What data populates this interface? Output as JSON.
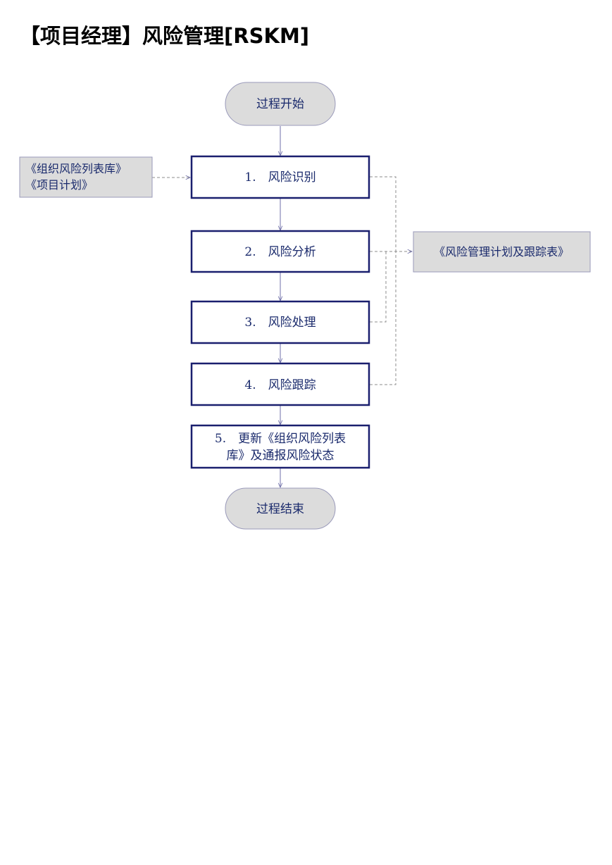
{
  "title": "【项目经理】风险管理[RSKM]",
  "colors": {
    "node_border": "#1a1f6e",
    "text": "#1a2a6c",
    "terminal_fill": "#dcdcdc",
    "doc_fill": "#dcdcdc",
    "connector": "#6f6fa8",
    "dashed": "#8c8c8c"
  },
  "flow": {
    "start": "过程开始",
    "end": "过程结束",
    "steps": [
      {
        "lines": [
          "1.　风险识别"
        ]
      },
      {
        "lines": [
          "2.　风险分析"
        ]
      },
      {
        "lines": [
          "3.　风险处理"
        ]
      },
      {
        "lines": [
          "4.　风险跟踪"
        ]
      },
      {
        "lines": [
          "5.　更新《组织风险列表",
          "库》及通报风险状态"
        ]
      }
    ]
  },
  "inputs": {
    "lines": [
      "《组织风险列表库》",
      "《项目计划》"
    ]
  },
  "outputs": {
    "lines": [
      "《风险管理计划及跟踪表》"
    ]
  }
}
